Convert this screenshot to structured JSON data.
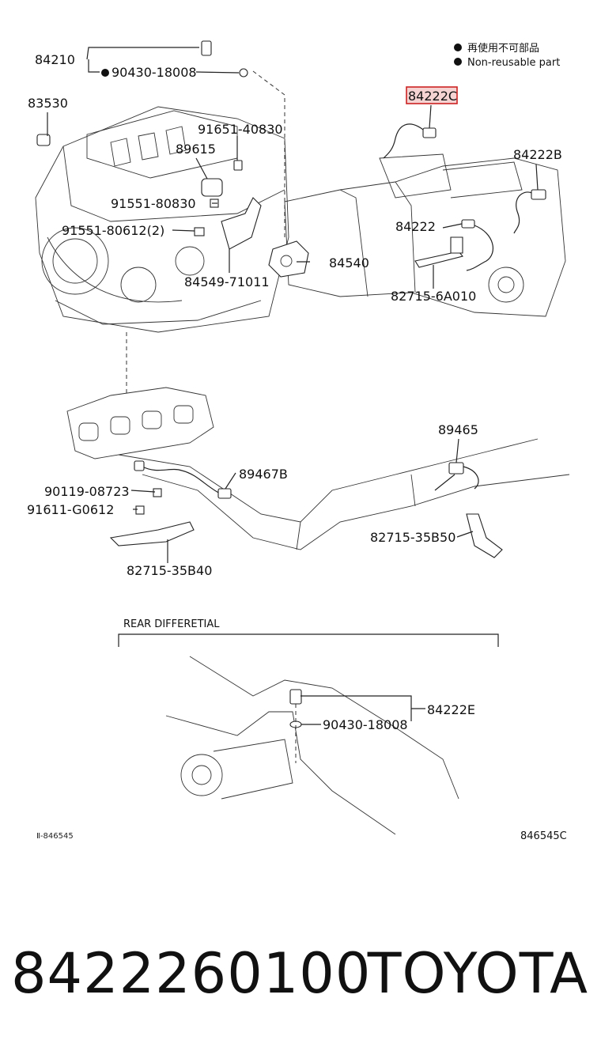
{
  "legend": {
    "jp": "再使用不可部品",
    "en": "Non-reusable part"
  },
  "parts": {
    "p84210": "84210",
    "p90430a": "90430-18008",
    "p83530": "83530",
    "p91651": "91651-40830",
    "p89615": "89615",
    "p91551a": "91551-80830",
    "p91551b": "91551-80612(2)",
    "p84549": "84549-71011",
    "p84540": "84540",
    "p84222c": "84222C",
    "p84222b": "84222B",
    "p84222": "84222",
    "p82715_6a": "82715-6A010",
    "p89465": "89465",
    "p89467b": "89467B",
    "p90119": "90119-08723",
    "p91611": "91611-G0612",
    "p82715_35b40": "82715-35B40",
    "p82715_35b50": "82715-35B50",
    "p84222e": "84222E",
    "p90430b": "90430-18008"
  },
  "section": {
    "rear_diff": "REAR DIFFERETIAL"
  },
  "codes": {
    "left": "Ⅱ-846545",
    "right": "846545C"
  },
  "highlight_color": "#cc2222",
  "footer": {
    "part_number": "8422260100",
    "brand": "TOYOTA"
  }
}
